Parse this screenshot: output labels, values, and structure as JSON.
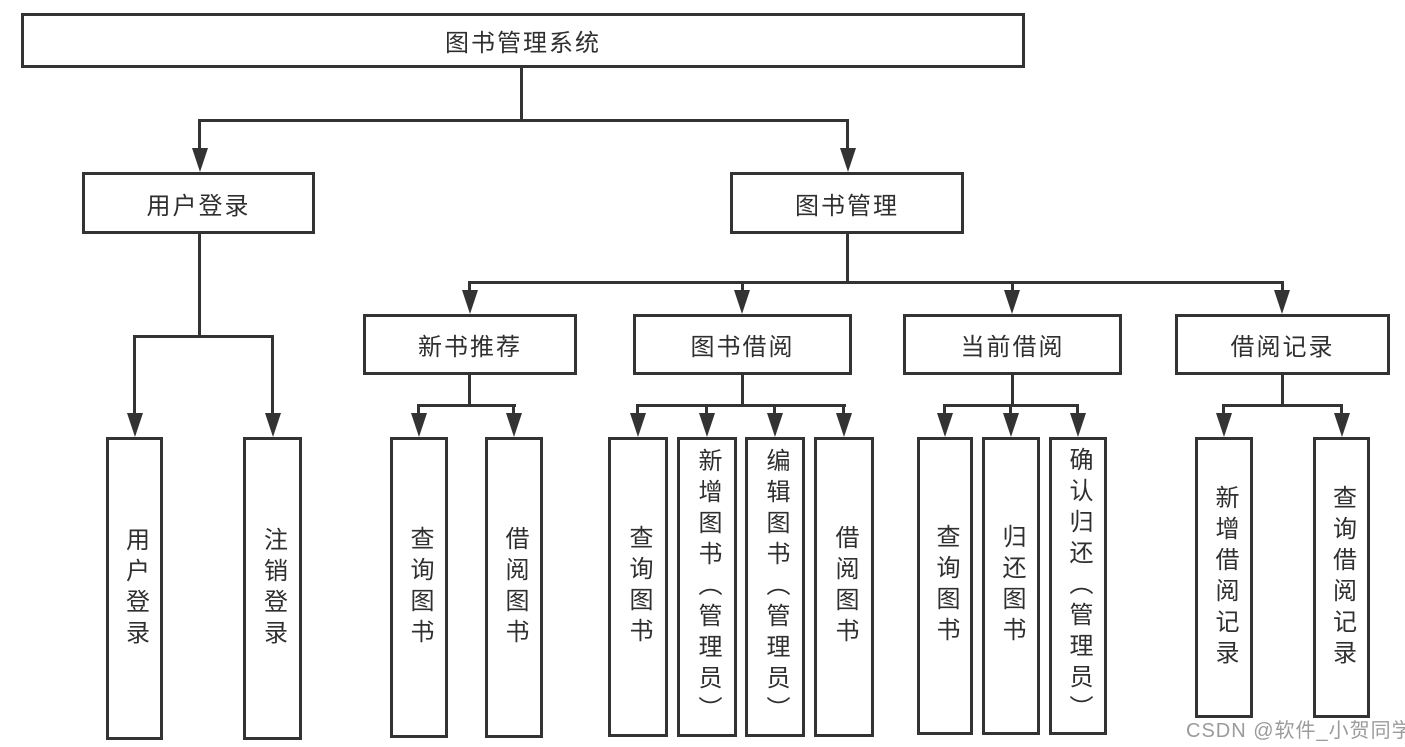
{
  "diagram": {
    "root": "图书管理系统",
    "user_login": {
      "label": "用户登录",
      "children": [
        "用户登录",
        "注销登录"
      ]
    },
    "book_mgmt": {
      "label": "图书管理",
      "groups": [
        {
          "label": "新书推荐",
          "children": [
            "查询图书",
            "借阅图书"
          ]
        },
        {
          "label": "图书借阅",
          "children": [
            "查询图书",
            "新增图书（管理员）",
            "编辑图书（管理员）",
            "借阅图书"
          ]
        },
        {
          "label": "当前借阅",
          "children": [
            "查询图书",
            "归还图书",
            "确认归还（管理员）"
          ]
        },
        {
          "label": "借阅记录",
          "children": [
            "新增借阅记录",
            "查询借阅记录"
          ]
        }
      ]
    }
  },
  "watermark": {
    "text": "CSDN @软件_小贺同学",
    "color": "#9b9b9b"
  },
  "colors": {
    "line": "#333333",
    "background": "#ffffff",
    "box_fill": "#ffffff"
  }
}
